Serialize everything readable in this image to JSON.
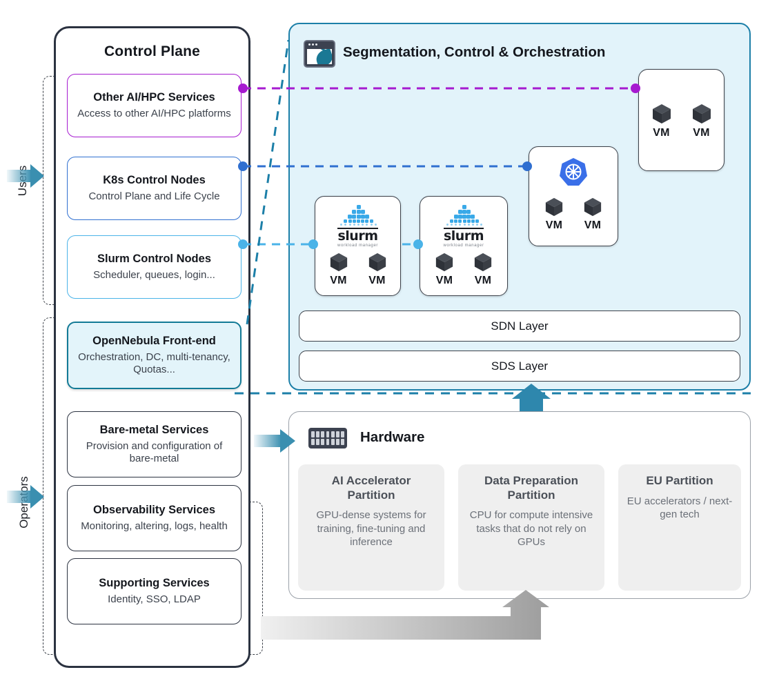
{
  "left_rail": {
    "users_label": "Users",
    "operators_label": "Operators"
  },
  "control_plane": {
    "title": "Control Plane",
    "services": [
      {
        "title": "Other AI/HPC Services",
        "subtitle": "Access to other AI/HPC platforms",
        "accent": "#a61ad0"
      },
      {
        "title": "K8s Control Nodes",
        "subtitle": "Control Plane and Life Cycle",
        "accent": "#2f6fd0"
      },
      {
        "title": "Slurm Control Nodes",
        "subtitle": "Scheduler, queues, login...",
        "accent": "#4ab3e8"
      },
      {
        "title": "OpenNebula Front-end",
        "subtitle": "Orchestration, DC, multi-tenancy, Quotas...",
        "accent": "#127a96"
      },
      {
        "title": "Bare-metal Services",
        "subtitle": "Provision and configuration of bare-metal",
        "accent": "#2b3240"
      },
      {
        "title": "Observability Services",
        "subtitle": "Monitoring, altering, logs, health",
        "accent": "#2b3240"
      },
      {
        "title": "Supporting Services",
        "subtitle": "Identity, SSO, LDAP",
        "accent": "#2b3240"
      }
    ]
  },
  "segmentation_panel": {
    "title": "Segmentation, Control & Orchestration",
    "icon": "opennebula-browser-icon",
    "background": "#e2f3fa",
    "border": "#1c7fa8",
    "nodes": [
      {
        "name": "slurm-node-1",
        "logo": "slurm-logo",
        "vms": [
          "VM",
          "VM"
        ]
      },
      {
        "name": "slurm-node-2",
        "logo": "slurm-logo",
        "vms": [
          "VM",
          "VM"
        ]
      },
      {
        "name": "k8s-node",
        "logo": "kubernetes-logo",
        "vms": [
          "VM",
          "VM"
        ]
      },
      {
        "name": "plain-vm-node",
        "logo": "none",
        "vms": [
          "VM",
          "VM"
        ]
      }
    ],
    "layers": [
      {
        "label": "SDN Layer"
      },
      {
        "label": "SDS Layer"
      }
    ]
  },
  "hardware_panel": {
    "title": "Hardware",
    "icon": "server-grid-icon",
    "partitions": [
      {
        "title": "AI Accelerator Partition",
        "subtitle": "GPU-dense systems for training, fine-tuning and inference"
      },
      {
        "title": "Data Preparation Partition",
        "subtitle": "CPU for compute intensive tasks that do not rely on GPUs"
      },
      {
        "title": "EU Partition",
        "subtitle": "EU accelerators / next-gen tech"
      }
    ]
  },
  "connectors": [
    {
      "name": "other-ai-hpc-to-vm-node",
      "color": "#a61ad0",
      "style": "dashed"
    },
    {
      "name": "k8s-control-to-k8s-node",
      "color": "#2f6fd0",
      "style": "dashed"
    },
    {
      "name": "slurm-control-to-slurm-nodes",
      "color": "#4ab3e8",
      "style": "dashed"
    },
    {
      "name": "opennebula-to-panel-top",
      "color": "#1c7fa8",
      "style": "dashed"
    },
    {
      "name": "opennebula-to-panel-bottom",
      "color": "#1c7fa8",
      "style": "dashed"
    },
    {
      "name": "bare-metal-to-hardware",
      "color": "#3a8fb0",
      "style": "arrow"
    },
    {
      "name": "hardware-to-segmentation",
      "color": "#2e87ad",
      "style": "arrow"
    },
    {
      "name": "supporting-services-to-hardware",
      "color": "#a9a9a9",
      "style": "arrow"
    }
  ],
  "vm_label": "VM",
  "slurm_logo": {
    "word": "slurm",
    "sub": "workload manager"
  }
}
